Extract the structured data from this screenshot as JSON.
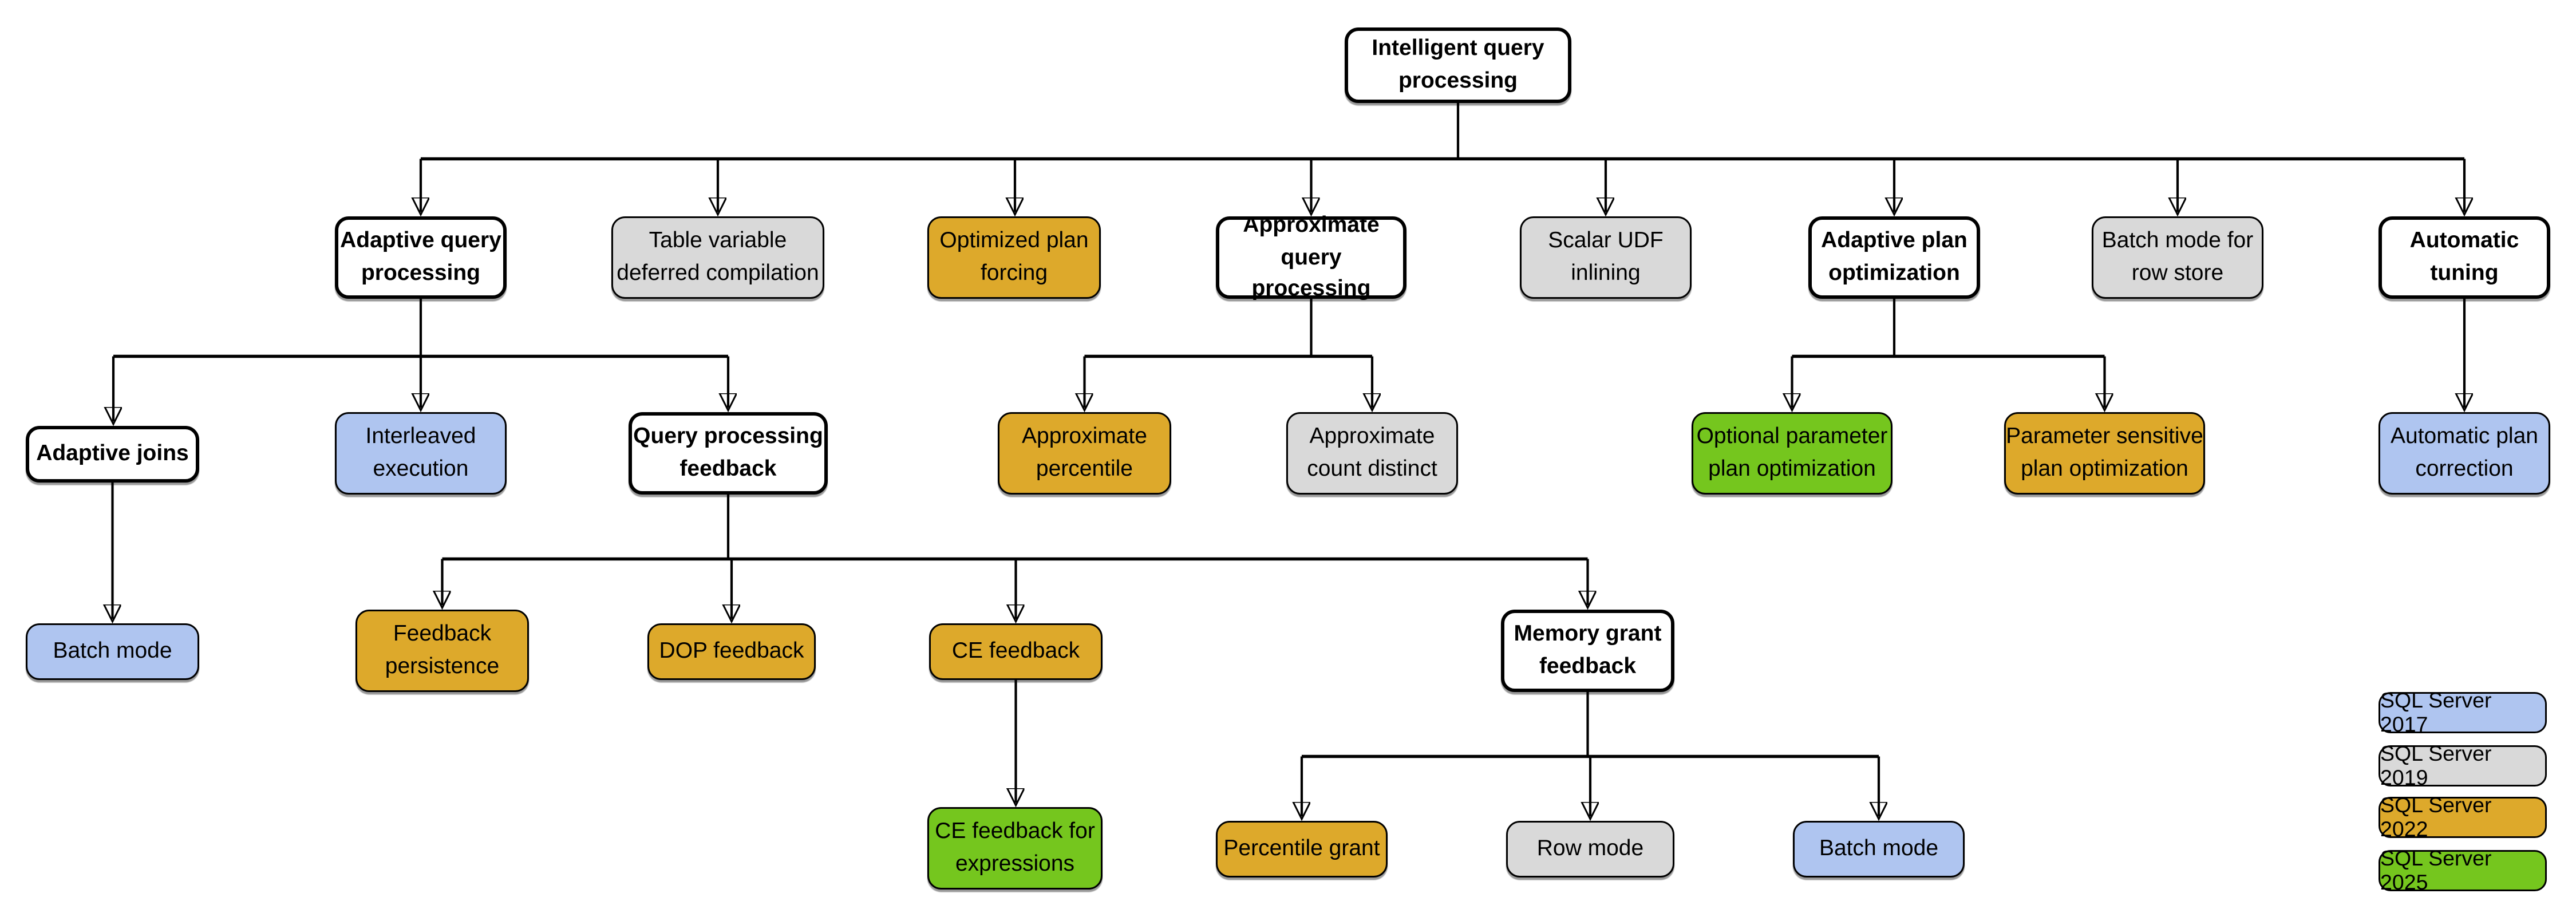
{
  "diagram_title": "Intelligent query processing",
  "palette": {
    "2017": "#AFC5F0",
    "2019": "#D9D9D9",
    "2022": "#DDA92B",
    "2025": "#75C61E",
    "none": "#FFFFFF"
  },
  "nodes": [
    {
      "label": "Intelligent query\nprocessing",
      "version": "none"
    },
    {
      "label": "Adaptive query\nprocessing",
      "version": "none"
    },
    {
      "label": "Table variable\ndeferred compilation",
      "version": "2019"
    },
    {
      "label": "Optimized plan\nforcing",
      "version": "2022"
    },
    {
      "label": "Approximate\nquery processing",
      "version": "none"
    },
    {
      "label": "Scalar UDF\ninlining",
      "version": "2019"
    },
    {
      "label": "Adaptive plan\noptimization",
      "version": "none"
    },
    {
      "label": "Batch mode for\nrow store",
      "version": "2019"
    },
    {
      "label": "Automatic\ntuning",
      "version": "none"
    },
    {
      "label": "Adaptive joins",
      "version": "none"
    },
    {
      "label": "Interleaved\nexecution",
      "version": "2017"
    },
    {
      "label": "Query processing\nfeedback",
      "version": "none"
    },
    {
      "label": "Approximate\npercentile",
      "version": "2022"
    },
    {
      "label": "Approximate\ncount distinct",
      "version": "2019"
    },
    {
      "label": "Optional parameter\nplan optimization",
      "version": "2025"
    },
    {
      "label": "Parameter sensitive\nplan optimization",
      "version": "2022"
    },
    {
      "label": "Automatic plan\ncorrection",
      "version": "2017"
    },
    {
      "label": "Batch mode",
      "version": "2017"
    },
    {
      "label": "Feedback\npersistence",
      "version": "2022"
    },
    {
      "label": "DOP feedback",
      "version": "2022"
    },
    {
      "label": "CE feedback",
      "version": "2022"
    },
    {
      "label": "Memory grant\nfeedback",
      "version": "none"
    },
    {
      "label": "CE feedback for\nexpressions",
      "version": "2025"
    },
    {
      "label": "Percentile grant",
      "version": "2022"
    },
    {
      "label": "Row mode",
      "version": "2019"
    },
    {
      "label": "Batch mode",
      "version": "2017"
    }
  ],
  "legend": [
    {
      "label": "SQL Server 2017",
      "version": "2017"
    },
    {
      "label": "SQL Server 2019",
      "version": "2019"
    },
    {
      "label": "SQL Server 2022",
      "version": "2022"
    },
    {
      "label": "SQL Server 2025",
      "version": "2025"
    }
  ]
}
